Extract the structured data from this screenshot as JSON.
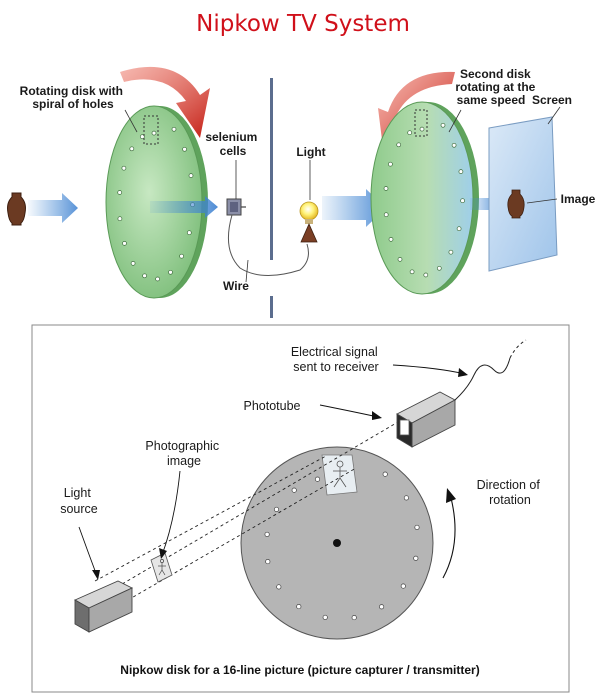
{
  "title": "Nipkow TV System",
  "top": {
    "disk1_label": [
      "Rotating disk with",
      "spiral of holes"
    ],
    "selenium_label": [
      "selenium",
      "cells"
    ],
    "light_label": "Light",
    "wire_label": "Wire",
    "disk2_label": [
      "Second disk",
      "rotating at the",
      "same speed"
    ],
    "screen_label": "Screen",
    "image_label": "Image"
  },
  "bottom": {
    "signal_label": [
      "Electrical signal",
      "sent to receiver"
    ],
    "phototube_label": "Phototube",
    "photo_label": [
      "Photographic",
      "image"
    ],
    "light_source_label": [
      "Light",
      "source"
    ],
    "direction_label": [
      "Direction of",
      "rotation"
    ],
    "caption": "Nipkow disk for a 16-line picture (picture capturer / transmitter)"
  },
  "colors": {
    "title": "#d0101a",
    "disk_green": "#9fd29a",
    "arrow_red": "#cc2a1e",
    "beam_blue": "#4a8fd6",
    "disk_gray": "#b5b5b5"
  }
}
